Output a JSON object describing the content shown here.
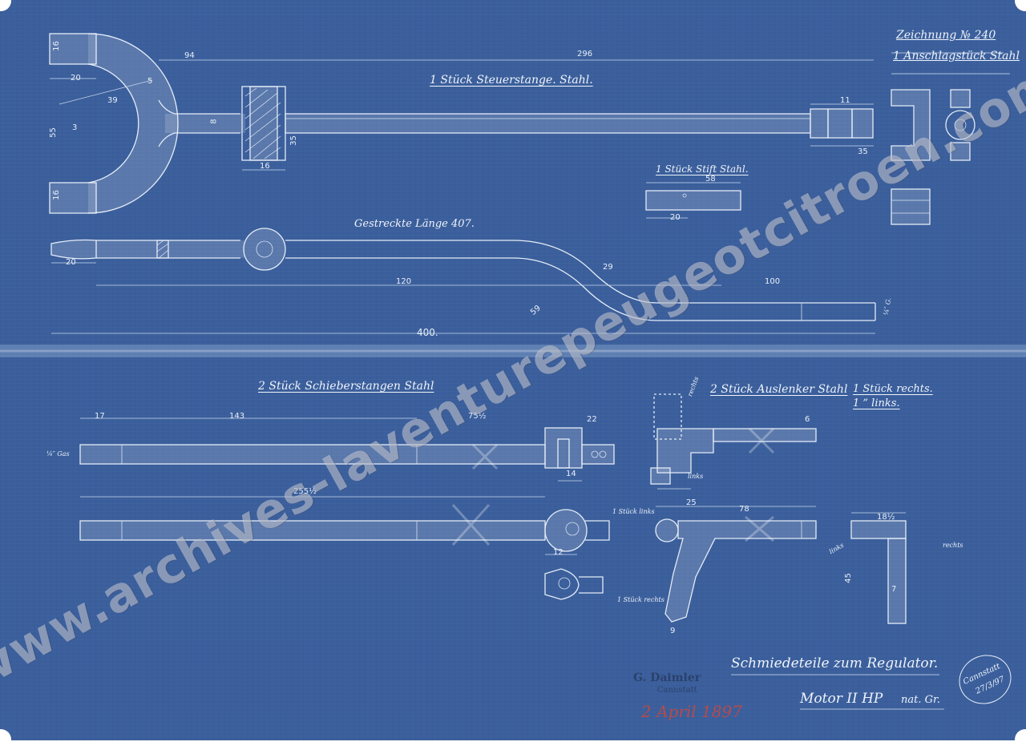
{
  "drawing": {
    "header": {
      "number": "Zeichnung № 240",
      "part": "1 Anschlagstück Stahl"
    },
    "titles": {
      "control_rod": "1 Stück Steuerstange. Stahl.",
      "pin": "1 Stück Stift Stahl.",
      "stretched_length": "Gestreckte Länge 407.",
      "slide_rods": "2 Stück Schieberstangen Stahl",
      "levers": "2 Stück Auslenker Stahl",
      "right_count": "1 Stück rechts.",
      "left_count": "1 ” links."
    },
    "notes": {
      "right_small": "rechts",
      "left_small": "links",
      "piece_left": "1 Stück links",
      "piece_right": "1 Stück rechts",
      "gas_thread": "¼″ Gas",
      "gas_thread_b": "¼″ G."
    },
    "dimensions": {
      "d94": "94",
      "d296": "296",
      "d20a": "20",
      "d39": "39",
      "d55": "55",
      "d16a": "16",
      "d16b": "16",
      "d8": "8",
      "d5": "5",
      "d3": "3",
      "d35a": "35",
      "d35b": "35",
      "d11": "11",
      "d16c": "16",
      "d58": "58",
      "d20b": "20",
      "d20c": "20",
      "d120": "120",
      "d100": "100",
      "d29": "29",
      "d59": "59",
      "d400": "400.",
      "d17": "17",
      "d143": "143",
      "d75": "75½",
      "d22": "22",
      "d14": "14",
      "d255": "255½",
      "d12": "12",
      "d25": "25",
      "d78": "78",
      "d6": "6",
      "d185": "18½",
      "d7": "7",
      "d45": "45",
      "d9": "9"
    },
    "footer": {
      "title": "Schmiedeteile zum Regulator.",
      "motor": "Motor II HP",
      "scale": "nat. Gr.",
      "company": "G. Daimler",
      "city": "Cannstatt",
      "date": "2 April 1897",
      "stamp_place": "Cannstatt",
      "stamp_date": "27/3/97"
    },
    "watermark": "www.archives-laventurepeugeotcitroen.com"
  },
  "colors": {
    "paper": "#3b5f9c",
    "lines": "#e4ecf7",
    "date_ink": "#b74a4a"
  }
}
